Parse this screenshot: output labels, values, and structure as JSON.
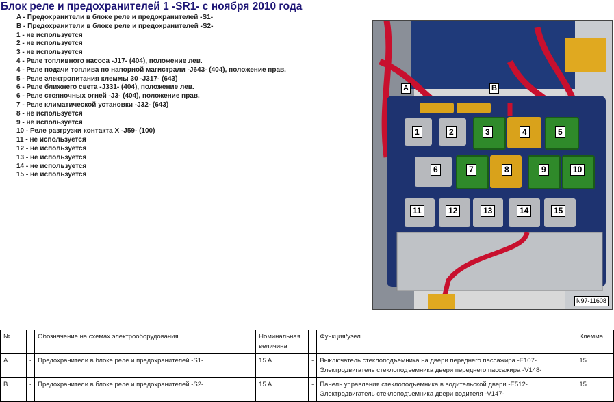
{
  "title": "Блок реле и предохранителей 1 -SR1- с ноября 2010 года",
  "legend": [
    "A - Предохранители в блоке реле и предохранителей -S1-",
    "B - Предохранители в блоке реле и предохранителей -S2-",
    "1 - не используется",
    "2 - не используется",
    "3 - не используется",
    "4 - Реле топливного насоса -J17- (404), положение лев.",
    "4 - Реле подачи топлива по напорной магистрали -J643- (404), положение прав.",
    "5 - Реле электропитания клеммы 30 -J317- (643)",
    "6 - Реле ближнего света -J331- (404), положение лев.",
    "6 - Реле стояночных огней -J3- (404), положение прав.",
    "7 - Реле климатической установки -J32- (643)",
    "8 - не используется",
    "9 - не используется",
    "10 - Реле разгрузки контакта X -J59- (100)",
    "11 - не используется",
    "12 - не используется",
    "13 - не используется",
    "14 - не используется",
    "15 - не используется"
  ],
  "diagram": {
    "labels": [
      "A",
      "B",
      "1",
      "2",
      "3",
      "4",
      "5",
      "6",
      "7",
      "8",
      "9",
      "10",
      "11",
      "12",
      "13",
      "14",
      "15"
    ],
    "code": "N97-11608"
  },
  "table": {
    "headers": [
      "№",
      "",
      "Обозначение на схемах электрооборудования",
      "Номинальная величина",
      "",
      "Функция/узел",
      "Клемма"
    ],
    "rows": [
      {
        "no": "A",
        "dash": "-",
        "designation": "Предохранители в блоке реле и предохранителей -S1-",
        "rating": "15 A",
        "dash2": "-",
        "function1": "Выключатель стеклоподъемника на двери переднего пассажира -E107-",
        "function2": "Электродвигатель стеклоподъемника двери переднего пассажира -V148-",
        "terminal": "15"
      },
      {
        "no": "B",
        "dash": "-",
        "designation": "Предохранители в блоке реле и предохранителей -S2-",
        "rating": "15 A",
        "dash2": "-",
        "function1": "Панель управления стеклоподъемника в водительской двери -E512-",
        "function2": "Электродвигатель стеклоподъемника двери водителя -V147-",
        "terminal": "15"
      }
    ]
  }
}
